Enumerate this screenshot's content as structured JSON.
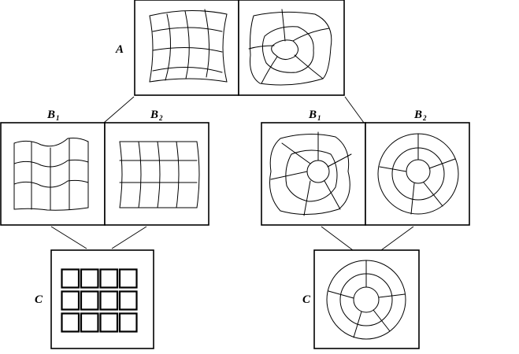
{
  "labels": {
    "a": "A",
    "b": "B",
    "c": "C",
    "sub1": "1",
    "sub2": "2"
  }
}
